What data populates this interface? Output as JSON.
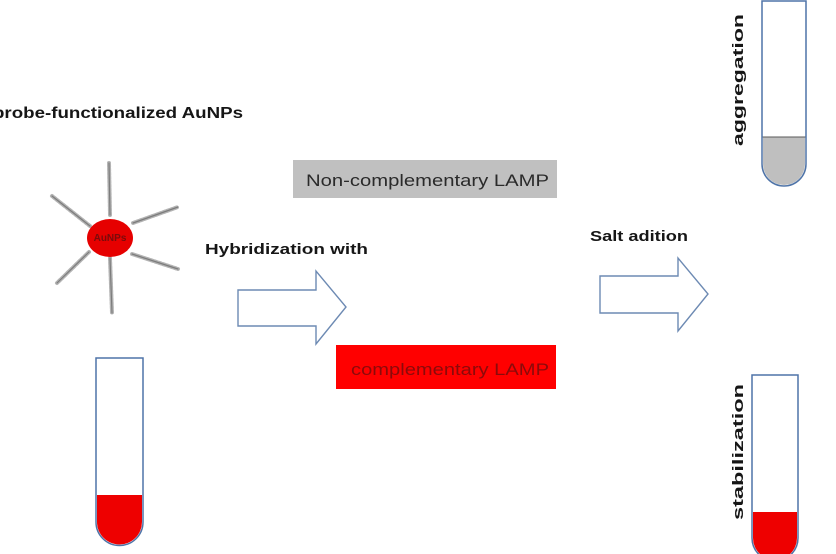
{
  "labels": {
    "probe_title": "probe-functionalized AuNPs",
    "particle": "AuNPs",
    "hybridization": "Hybridization with",
    "non_complementary": "Non-complementary LAMP",
    "complementary": "complementary LAMP",
    "salt": "Salt adition",
    "aggregation": "aggregation",
    "stabilization": "stabilization"
  },
  "colors": {
    "particle": "#e60000",
    "tube_red": "#ee0000",
    "tube_gray": "#bfbfbf",
    "box_gray": "#c0c0c0",
    "box_red": "#ff0000",
    "outline": "#4f74a8",
    "arrow_outline": "#6d8ab3"
  }
}
